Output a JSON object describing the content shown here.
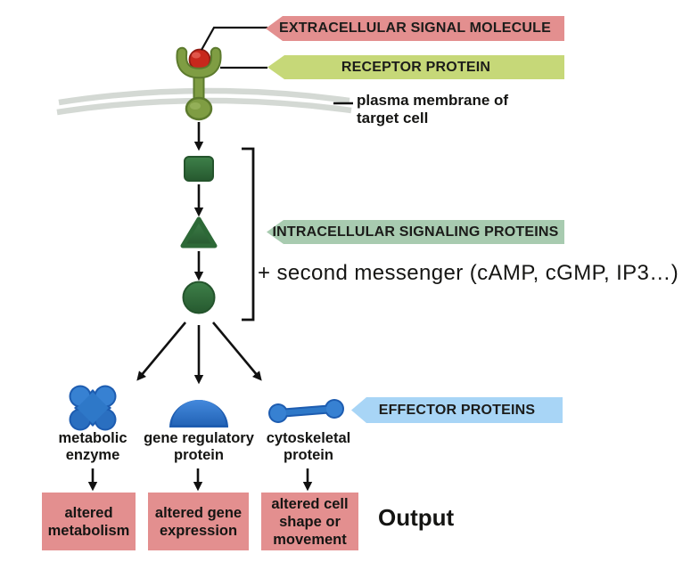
{
  "banners": {
    "extracellular_label": "EXTRACELLULAR SIGNAL MOLECULE",
    "receptor_label": "RECEPTOR PROTEIN",
    "intracellular_label": "INTRACELLULAR SIGNALING PROTEINS",
    "effector_label": "EFFECTOR PROTEINS"
  },
  "membrane_note": {
    "line1": "plasma membrane of",
    "line2": "target cell"
  },
  "second_messenger_note": "+ second messenger (cAMP, cGMP, IP3…)",
  "effector_labels": {
    "metabolic": {
      "line1": "metabolic",
      "line2": "enzyme"
    },
    "gene_regulatory": {
      "line1": "gene regulatory",
      "line2": "protein"
    },
    "cytoskeletal": {
      "line1": "cytoskeletal",
      "line2": "protein"
    }
  },
  "output_boxes": {
    "metabolism": {
      "line1": "altered",
      "line2": "metabolism"
    },
    "gene_expression": {
      "line1": "altered gene",
      "line2": "expression"
    },
    "cell_shape": {
      "line1": "altered cell",
      "line2": "shape or",
      "line3": "movement"
    }
  },
  "output_label": "Output",
  "colors": {
    "banner_pink": "#e38f8f",
    "banner_yellow_green": "#c6d878",
    "banner_sage_green": "#a8cbb0",
    "banner_light_blue": "#a8d5f6",
    "output_box_pink": "#e38f8f",
    "signal_molecule_red": "#c8281c",
    "receptor_olive": "#7d9b41",
    "signaling_protein_dark_green": "#2d6937",
    "effector_blue": "#2e78c8",
    "membrane_gray": "#d4d9d4"
  }
}
